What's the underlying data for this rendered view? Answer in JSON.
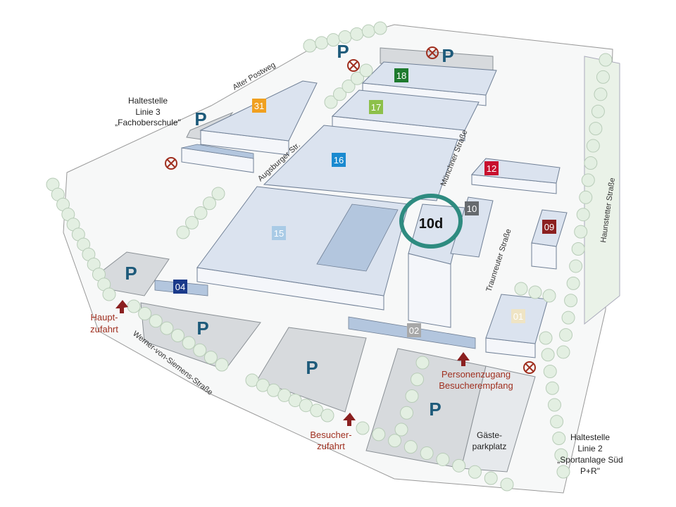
{
  "buildings": [
    {
      "id": "31",
      "color": "#f0a020"
    },
    {
      "id": "18",
      "color": "#1e7a2e"
    },
    {
      "id": "17",
      "color": "#8dc04a"
    },
    {
      "id": "16",
      "color": "#1a8ad0"
    },
    {
      "id": "15",
      "color": "#a9cbe6"
    },
    {
      "id": "12",
      "color": "#c8102e"
    },
    {
      "id": "10",
      "color": "#666a6e"
    },
    {
      "id": "09",
      "color": "#8b2020"
    },
    {
      "id": "04",
      "color": "#1a3a8a"
    },
    {
      "id": "02",
      "color": "#a8a8a8"
    },
    {
      "id": "01",
      "color": "#efe4c4"
    }
  ],
  "highlight": {
    "label": "10d",
    "color": "#2e8b80"
  },
  "streets": {
    "alter_postweg": "Alter Postweg",
    "augsburger": "Augsburger Str.",
    "muenchner": "Münchner Straße",
    "traunreuter": "Traunreuter Straße",
    "haunstetter": "Haunstetter Straße",
    "werner": "Werner-von-Siemens-Straße"
  },
  "stops": {
    "north": [
      "Haltestelle",
      "Linie 3",
      "„Fachoberschule\""
    ],
    "south": [
      "Haltestelle",
      "Linie 2",
      "„Sportanlage Süd",
      "P+R\""
    ]
  },
  "entrances": {
    "main": [
      "Haupt-",
      "zufahrt"
    ],
    "visitor": [
      "Besucher-",
      "zufahrt"
    ],
    "pedestrian": [
      "Personenzugang",
      "Besucherempfang"
    ]
  },
  "guest_parking": [
    "Gäste-",
    "parkplatz"
  ],
  "parking_label": "P"
}
